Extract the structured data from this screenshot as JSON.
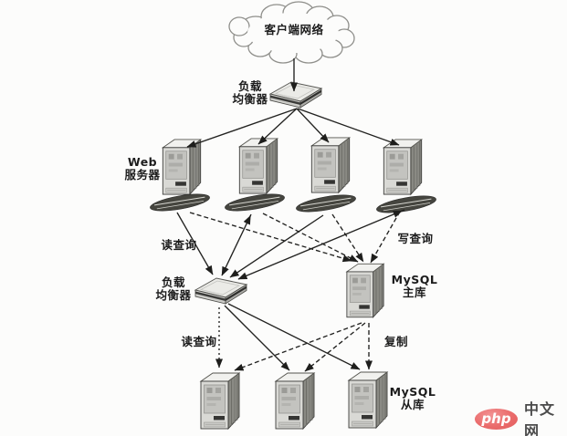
{
  "nodes": {
    "client_network": {
      "label": "客户端网络"
    },
    "load_balancer_top": {
      "line1": "负载",
      "line2": "均衡器"
    },
    "web_servers": {
      "line1": "Web",
      "line2": "服务器",
      "count": 4
    },
    "load_balancer_mid": {
      "line1": "负载",
      "line2": "均衡器"
    },
    "mysql_master": {
      "line1": "MySQL",
      "line2": "主库"
    },
    "mysql_slaves": {
      "line1": "MySQL",
      "line2": "从库",
      "count": 3
    }
  },
  "edge_labels": {
    "read_query_web": "读查询",
    "write_query": "写查询",
    "read_query_db": "读查询",
    "replication": "复制"
  },
  "edges": [
    {
      "from": "client_network",
      "to": "load_balancer_top",
      "style": "solid",
      "label": ""
    },
    {
      "from": "load_balancer_top",
      "to": "web_servers(4)",
      "style": "solid",
      "label": ""
    },
    {
      "from": "web_servers(4)",
      "to": "load_balancer_mid",
      "style": "solid",
      "label": "读查询"
    },
    {
      "from": "web_servers(4)",
      "to": "mysql_master",
      "style": "dashed",
      "label": "写查询"
    },
    {
      "from": "load_balancer_mid",
      "to": "mysql_slaves(3)",
      "style": "solid",
      "label": "读查询"
    },
    {
      "from": "mysql_master",
      "to": "mysql_slaves(3)",
      "style": "dashed",
      "label": "复制"
    }
  ],
  "watermark": {
    "logo": "php",
    "site": "中文网"
  },
  "colors": {
    "arrow": "#222220",
    "paper": "#fcfcfb",
    "watermark_red": "#ea6b6b",
    "watermark_text": "#4b4b4b"
  }
}
